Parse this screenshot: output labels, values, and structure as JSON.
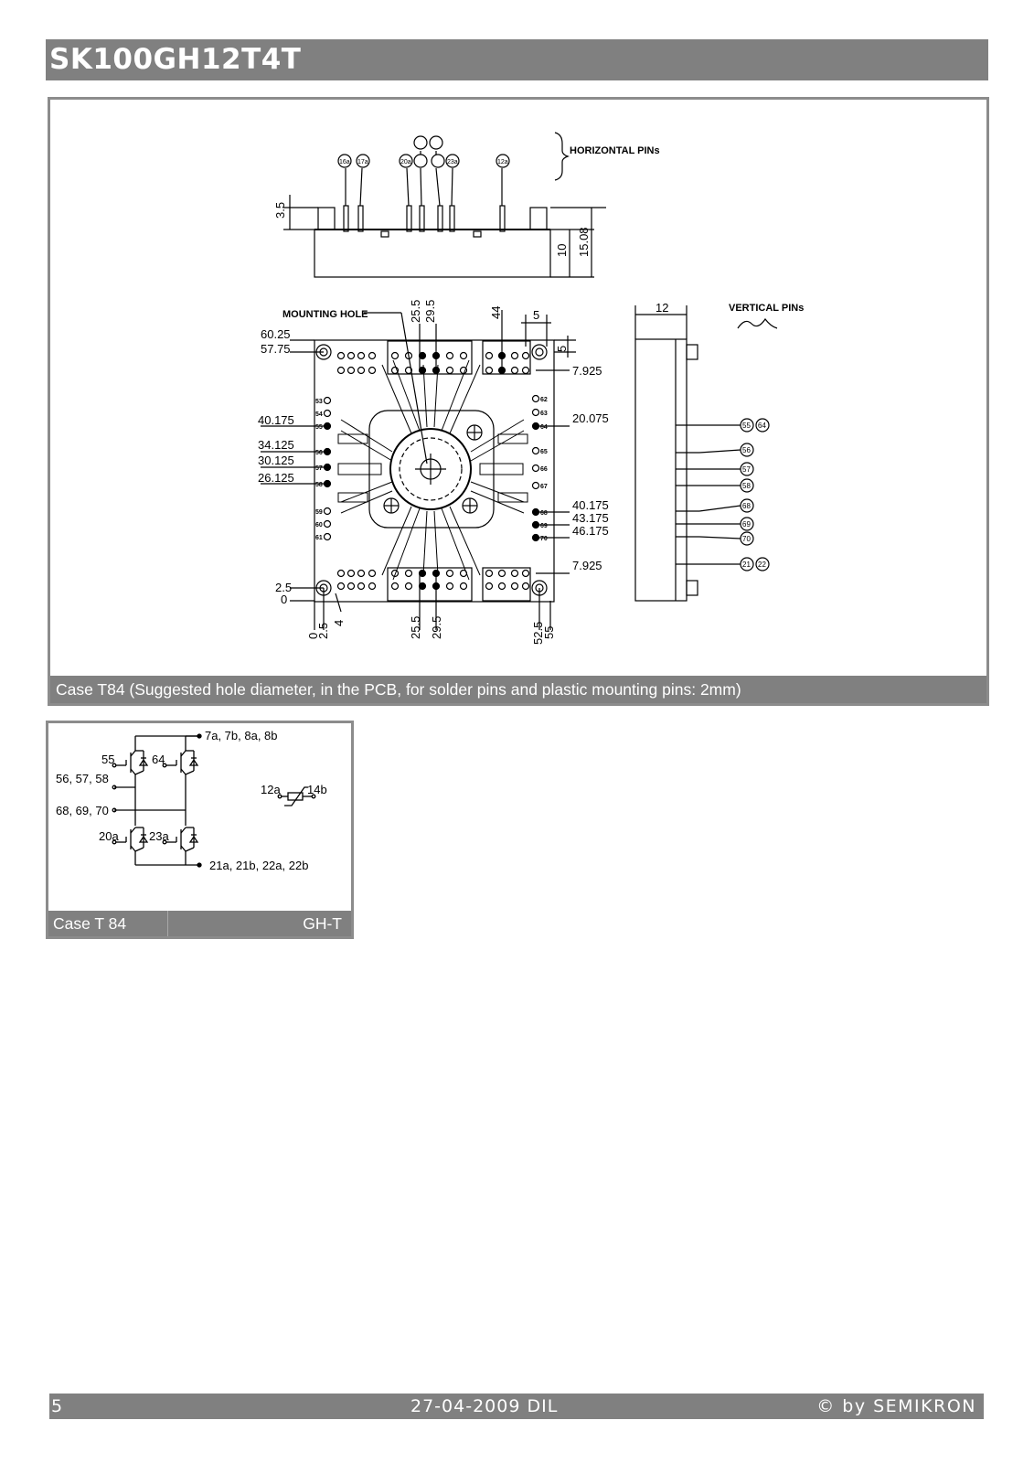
{
  "title": "SK100GH12T4T",
  "case_drawing": {
    "caption": "Case T84 (Suggested hole diameter, in the PCB, for solder pins and plastic mounting pins: 2mm)",
    "labels": {
      "horizontal_pins": "HORIZONTAL PINs",
      "vertical_pins": "VERTICAL PINs",
      "mounting_hole": "MOUNTING HOLE"
    },
    "side_pin_callouts": [
      "16a",
      "17a",
      "20a",
      "23a",
      "12a"
    ],
    "side_dims": [
      "3.5",
      "10",
      "15.08"
    ],
    "top_dims": [
      "25.5",
      "29.5",
      "44",
      "5",
      "5"
    ],
    "left_dims": [
      "60.25",
      "57.75",
      "40.175",
      "34.125",
      "30.125",
      "26.125",
      "2.5",
      "0"
    ],
    "right_dims": [
      "7.925",
      "20.075",
      "40.175",
      "43.175",
      "46.175",
      "7.925"
    ],
    "bottom_dims": [
      "0",
      "2.5",
      "4",
      "25.5",
      "29.5",
      "52.5",
      "55"
    ],
    "side_view_width": "12",
    "vertical_pin_callouts": [
      "55",
      "64",
      "56",
      "57",
      "58",
      "68",
      "69",
      "70",
      "21",
      "22"
    ],
    "left_pins": [
      "53",
      "54",
      "55",
      "56",
      "57",
      "58",
      "59",
      "60",
      "61"
    ],
    "right_pins": [
      "62",
      "63",
      "64",
      "65",
      "66",
      "67",
      "68",
      "69",
      "70"
    ]
  },
  "schematic": {
    "labels": {
      "top_right": "7a, 7b, 8a, 8b",
      "bottom_right": "21a, 21b, 22a, 22b",
      "left_top": "56, 57, 58",
      "left_bottom": "68, 69, 70",
      "g55": "55",
      "g64": "64",
      "g20": "20a",
      "g23": "23a",
      "ntc_left": "12a",
      "ntc_right": "14b"
    },
    "caption_left": "Case T 84",
    "caption_right": "GH-T"
  },
  "footer": {
    "page": "5",
    "date": "27-04-2009  DIL",
    "copyright": "© by SEMIKRON"
  }
}
